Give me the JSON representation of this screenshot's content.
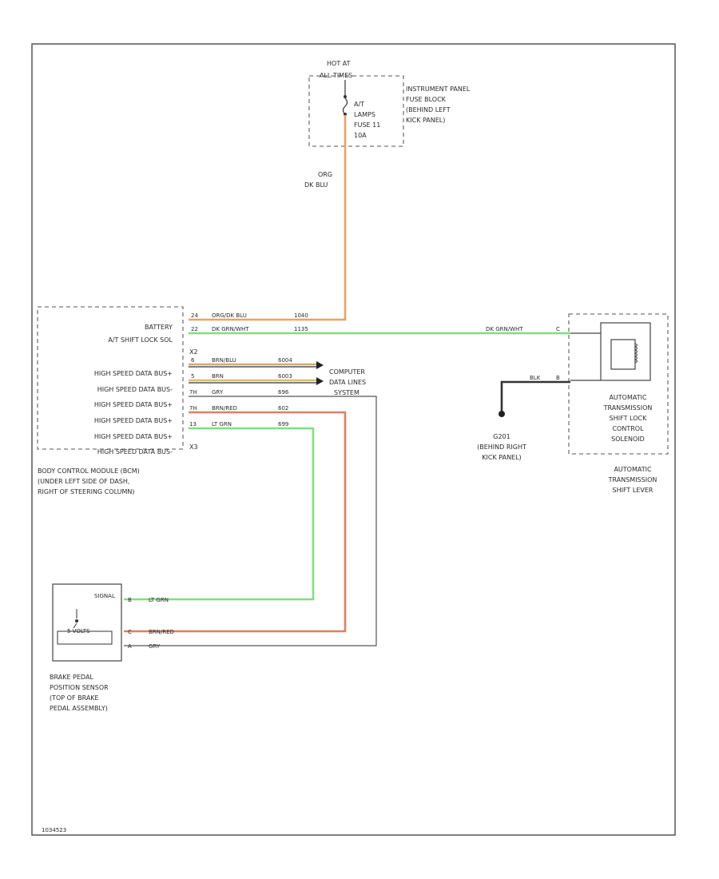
{
  "fuse_block": {
    "hot_line": "HOT AT",
    "hot_line2": "ALL TIMES",
    "fuse_label_1": "A/T",
    "fuse_label_2": "LAMPS",
    "fuse_label_3": "FUSE 11",
    "fuse_label_4": "10A",
    "location_1": "INSTRUMENT PANEL",
    "location_2": "FUSE BLOCK",
    "location_3": "(BEHIND LEFT",
    "location_4": "KICK PANEL)"
  },
  "fuse_wire": {
    "color_1": "ORG",
    "color_2": "DK BLU"
  },
  "bcm": {
    "pin_battery": "BATTERY",
    "pin_at_shift": "A/T SHIFT LOCK SOL",
    "connector_x2": "X2",
    "connector_x3": "X3",
    "data_bus_1": "HIGH SPEED DATA BUS+",
    "data_bus_2": "HIGH SPEED DATA BUS-",
    "data_bus_3": "HIGH SPEED DATA BUS+",
    "data_bus_4": "HIGH SPEED DATA BUS+",
    "data_bus_5": "HIGH SPEED DATA BUS+",
    "data_bus_6": "HIGH SPEED DATA BUS-",
    "location_1": "BODY CONTROL MODULE (BCM)",
    "location_2": "(UNDER LEFT SIDE OF DASH,",
    "location_3": "RIGHT OF STEERING COLUMN)"
  },
  "bcm_wires": [
    {
      "pin": "24",
      "color": "ORG/DK BLU",
      "circuit": "1040"
    },
    {
      "pin": "22",
      "color": "DK GRN/WHT",
      "circuit": "1135"
    },
    {
      "pin": "6",
      "color": "BRN/BLU",
      "circuit": "6004"
    },
    {
      "pin": "5",
      "color": "BRN",
      "circuit": "6003"
    },
    {
      "pin": "7H",
      "color": "GRY",
      "circuit": "696"
    },
    {
      "pin": "7H",
      "color": "BRN/RED",
      "circuit": "602"
    },
    {
      "pin": "13",
      "color": "LT GRN",
      "circuit": "699"
    }
  ],
  "computer_data": {
    "line_1": "COMPUTER",
    "line_2": "DATA LINES",
    "line_3": "SYSTEM"
  },
  "shift_lock": {
    "wire_color": "DK GRN/WHT",
    "wire_pin": "C",
    "ground_wire_color": "BLK",
    "ground_wire_pin": "B",
    "solenoid_1": "AUTOMATIC",
    "solenoid_2": "TRANSMISSION",
    "solenoid_3": "SHIFT LOCK",
    "solenoid_4": "CONTROL",
    "solenoid_5": "SOLENOID",
    "lever_1": "AUTOMATIC",
    "lever_2": "TRANSMISSION",
    "lever_3": "SHIFT LEVER"
  },
  "ground": {
    "id": "G201",
    "loc_1": "(BEHIND RIGHT",
    "loc_2": "KICK PANEL)"
  },
  "brake_sensor": {
    "signal_label": "SIGNAL",
    "sub_label": "5 VOLTS",
    "wires": [
      {
        "pin": "B",
        "color": "LT GRN"
      },
      {
        "pin": "C",
        "color": "BRN/RED"
      },
      {
        "pin": "A",
        "color": "GRY"
      }
    ],
    "name_1": "BRAKE PEDAL",
    "name_2": "POSITION SENSOR",
    "name_3": "(TOP OF BRAKE",
    "name_4": "PEDAL ASSEMBLY)"
  },
  "footer_id": "1034523"
}
